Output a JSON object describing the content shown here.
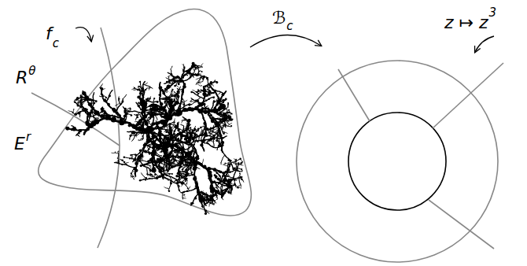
{
  "diagram": {
    "labels": [
      "f",
      "c",
      "R",
      "θ",
      "E",
      "r",
      "ℬ",
      "c",
      "z ↦ z",
      "3"
    ]
  }
}
